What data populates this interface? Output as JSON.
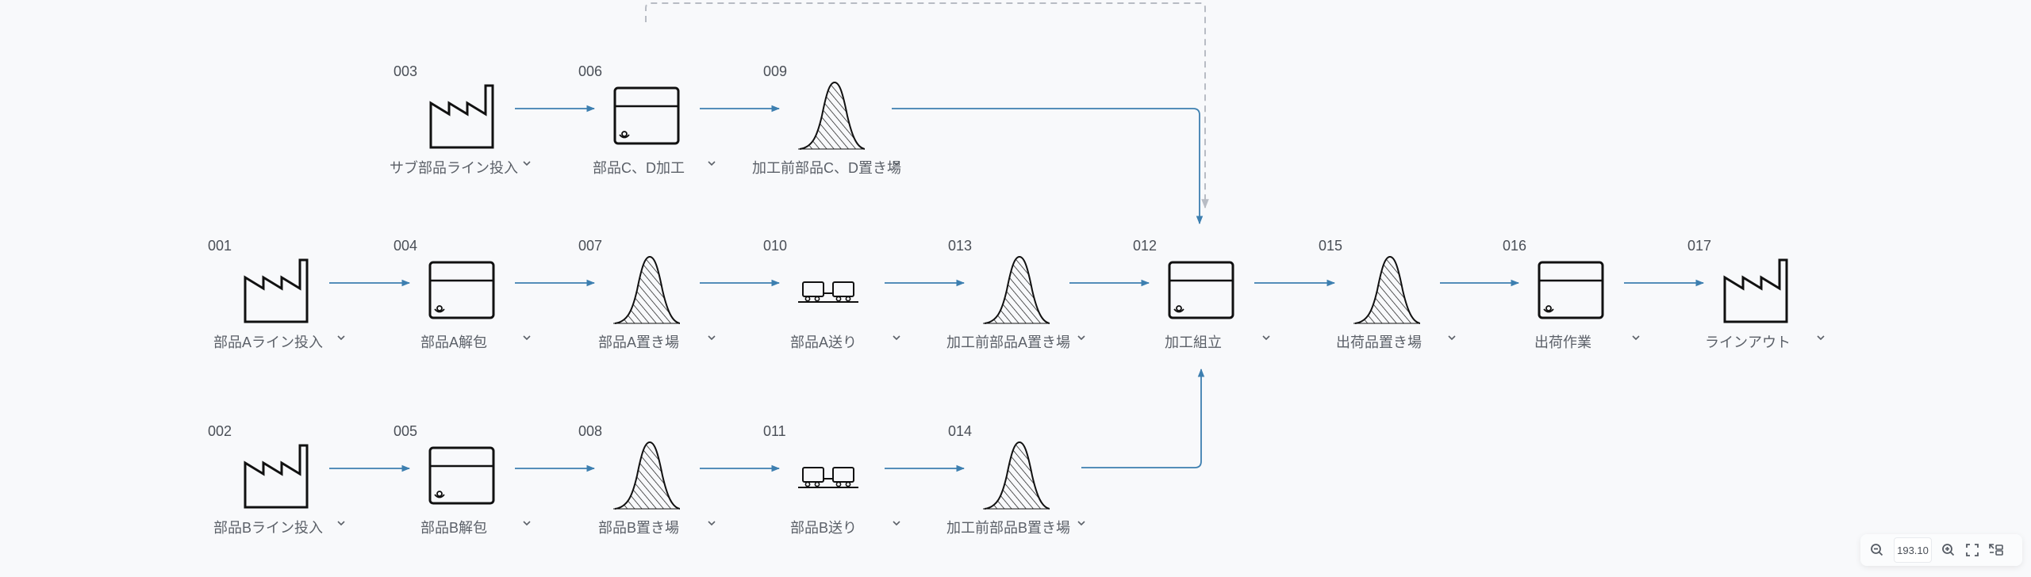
{
  "colors": {
    "background": "#f8f9fb",
    "edge": "#3d7fb0",
    "dashed_edge": "#b8bcc4",
    "icon_stroke": "#111111",
    "text": "#4a4f57"
  },
  "nodes": [
    {
      "id": "001",
      "label": "部品Aライン投入",
      "type": "factory-icon",
      "row": 1,
      "col": 0
    },
    {
      "id": "002",
      "label": "部品Bライン投入",
      "type": "factory-icon",
      "row": 2,
      "col": 0
    },
    {
      "id": "003",
      "label": "サブ部品ライン投入",
      "type": "factory-icon",
      "row": 0,
      "col": 1
    },
    {
      "id": "004",
      "label": "部品A解包",
      "type": "process-box-icon",
      "row": 1,
      "col": 1
    },
    {
      "id": "005",
      "label": "部品B解包",
      "type": "process-box-icon",
      "row": 2,
      "col": 1
    },
    {
      "id": "006",
      "label": "部品C、D加工",
      "type": "process-box-icon",
      "row": 0,
      "col": 2
    },
    {
      "id": "007",
      "label": "部品A置き場",
      "type": "inventory-icon",
      "row": 1,
      "col": 2
    },
    {
      "id": "008",
      "label": "部品B置き場",
      "type": "inventory-icon",
      "row": 2,
      "col": 2
    },
    {
      "id": "009",
      "label": "加工前部品C、D置き場",
      "type": "inventory-icon",
      "row": 0,
      "col": 3
    },
    {
      "id": "010",
      "label": "部品A送り",
      "type": "transport-icon",
      "row": 1,
      "col": 3
    },
    {
      "id": "011",
      "label": "部品B送り",
      "type": "transport-icon",
      "row": 2,
      "col": 3
    },
    {
      "id": "013",
      "label": "加工前部品A置き場",
      "type": "inventory-icon",
      "row": 1,
      "col": 4
    },
    {
      "id": "014",
      "label": "加工前部品B置き場",
      "type": "inventory-icon",
      "row": 2,
      "col": 4
    },
    {
      "id": "012",
      "label": "加工組立",
      "type": "process-box-icon",
      "row": 1,
      "col": 5
    },
    {
      "id": "015",
      "label": "出荷品置き場",
      "type": "inventory-icon",
      "row": 1,
      "col": 6
    },
    {
      "id": "016",
      "label": "出荷作業",
      "type": "process-box-icon",
      "row": 1,
      "col": 7
    },
    {
      "id": "017",
      "label": "ラインアウト",
      "type": "factory-icon",
      "row": 1,
      "col": 8
    }
  ],
  "edges": [
    {
      "from": "001",
      "to": "004"
    },
    {
      "from": "004",
      "to": "007"
    },
    {
      "from": "007",
      "to": "010"
    },
    {
      "from": "010",
      "to": "013"
    },
    {
      "from": "013",
      "to": "012"
    },
    {
      "from": "012",
      "to": "015"
    },
    {
      "from": "015",
      "to": "016"
    },
    {
      "from": "016",
      "to": "017"
    },
    {
      "from": "002",
      "to": "005"
    },
    {
      "from": "005",
      "to": "008"
    },
    {
      "from": "008",
      "to": "011"
    },
    {
      "from": "011",
      "to": "014"
    },
    {
      "from": "014",
      "to": "012",
      "style": "elbow-up"
    },
    {
      "from": "003",
      "to": "006"
    },
    {
      "from": "006",
      "to": "009"
    },
    {
      "from": "009",
      "to": "012",
      "style": "elbow-down"
    },
    {
      "from": "006",
      "to": "012",
      "style": "dashed"
    }
  ],
  "toolbar": {
    "zoom_value": "193.10",
    "zoom_out": "zoom-out-icon",
    "zoom_in": "zoom-in-icon",
    "fit": "fit-screen-icon",
    "layout": "auto-layout-icon"
  }
}
